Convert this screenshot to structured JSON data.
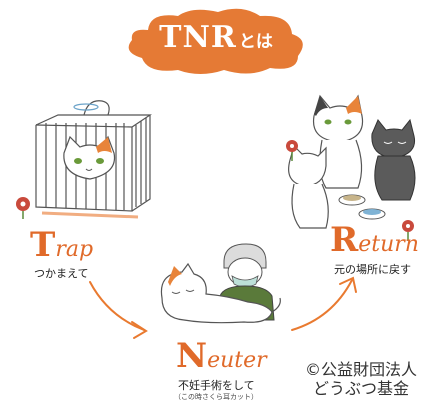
{
  "title": {
    "main": "TNR",
    "suffix": "とは"
  },
  "steps": {
    "trap": {
      "initial": "T",
      "rest": "rap",
      "caption": "つかまえて"
    },
    "neuter": {
      "initial": "N",
      "rest": "euter",
      "caption": "不妊手術をして",
      "note": "（この時さくら耳カット）"
    },
    "return": {
      "initial": "R",
      "rest": "eturn",
      "caption": "元の場所に戻す"
    }
  },
  "credit": {
    "line1": "©公益財団法人",
    "line2": "どうぶつ基金"
  },
  "colors": {
    "accent": "#e8772e",
    "bubble": "#e57a35",
    "arrow": "#e97a30"
  }
}
